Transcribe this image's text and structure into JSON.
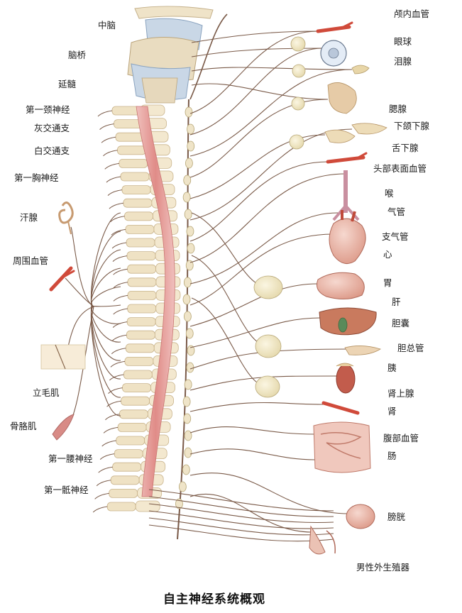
{
  "title": "自主神经系统概观",
  "labels_left": {
    "midbrain": "中脑",
    "pons": "脑桥",
    "medulla": "延髓",
    "c1_nerve": "第一颈神经",
    "gray_ramus": "灰交通支",
    "white_ramus": "白交通支",
    "t1_nerve": "第一胸神经",
    "sweat_gland": "汗腺",
    "peripheral_vessel": "周围血管",
    "arrector_pili": "立毛肌",
    "skeletal_muscle": "骨胳肌",
    "l1_nerve": "第一腰神经",
    "s1_nerve": "第一骶神经"
  },
  "labels_right": {
    "intracranial_vessel": "颅内血管",
    "eyeball": "眼球",
    "lacrimal_gland": "泪腺",
    "parotid_gland": "腮腺",
    "submandibular_gland": "下颌下腺",
    "sublingual_gland": "舌下腺",
    "head_surface_vessel": "头部表面血管",
    "larynx": "喉",
    "trachea": "气管",
    "bronchus": "支气管",
    "heart": "心",
    "stomach": "胃",
    "liver": "肝",
    "gallbladder": "胆囊",
    "common_bile_duct": "胆总管",
    "pancreas": "胰",
    "adrenal_gland": "肾上腺",
    "kidney": "肾",
    "abdominal_vessel": "腹部血管",
    "intestine": "肠",
    "bladder": "膀胱",
    "male_genitalia": "男性外生殖器"
  },
  "colors": {
    "nerve": "#7a5a48",
    "bone": "#efe2c4",
    "bone_edge": "#c9b48c",
    "spinal_cord": "#e9a9a6",
    "vessel": "#d04a3a",
    "organ": "#ecc0b3",
    "ganglion": "#f3edd0"
  }
}
